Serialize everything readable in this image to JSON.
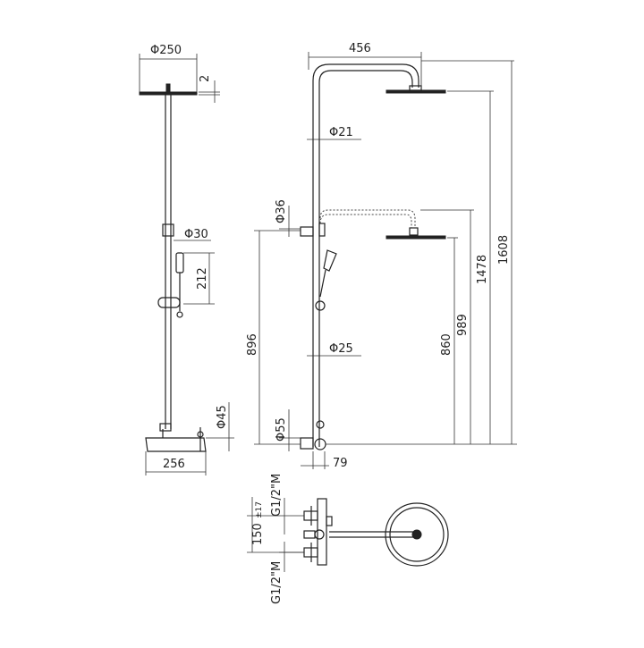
{
  "dimensions": {
    "head_diameter": "Φ250",
    "head_thickness": "2",
    "slider_diameter": "Φ30",
    "hand_shower_length": "212",
    "bar_height_896": "896",
    "valve_width": "256",
    "wall_bracket_diameter": "Φ45",
    "arm_reach": "456",
    "pipe_diameter": "Φ21",
    "lower_bracket_diameter": "Φ36",
    "bar_diameter": "Φ25",
    "valve_diameter": "Φ55",
    "wall_offset": "79",
    "height_1608": "1608",
    "height_1478": "1478",
    "height_989": "989",
    "height_860": "860",
    "inlet_top": "G1/2\"M",
    "inlet_bottom": "G1/2\"M",
    "inlet_spacing": "150",
    "inlet_tolerance": "±17"
  }
}
